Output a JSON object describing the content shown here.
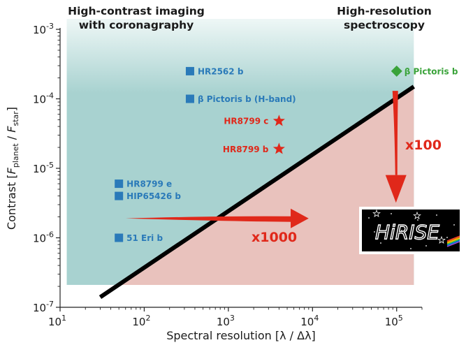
{
  "chart_data": {
    "type": "scatter",
    "xscale": "log",
    "yscale": "log",
    "xlim": [
      10,
      200000
    ],
    "ylim": [
      1e-07,
      0.001
    ],
    "xlabel": "Spectral resolution [λ / Δλ]",
    "ylabel": "Contrast [F_planet / F_star]",
    "xticks": [
      10,
      100,
      1000,
      10000,
      100000
    ],
    "xtick_labels": [
      "10^1",
      "10^2",
      "10^3",
      "10^4",
      "10^5"
    ],
    "yticks": [
      1e-07,
      1e-06,
      1e-05,
      0.0001,
      0.001
    ],
    "ytick_labels": [
      "10^-7",
      "10^-6",
      "10^-5",
      "10^-4",
      "10^-3"
    ],
    "regions": [
      {
        "label": "High-contrast imaging with coronagraphy",
        "title_line1": "High-contrast imaging",
        "title_line2": "with coronagraphy",
        "color": "#a8d2d0",
        "top_color": "#eef7f6"
      },
      {
        "label": "High-resolution spectroscopy",
        "title_line1": "High-resolution",
        "title_line2": "spectroscopy",
        "color": "#e9c2bd"
      }
    ],
    "boundary_line": {
      "x": [
        30,
        160000
      ],
      "y": [
        1.4e-07,
        0.00015
      ],
      "color": "#000000"
    },
    "planets": [
      {
        "name": "HR2562 b",
        "x": 350,
        "y": 0.00025,
        "marker": "square",
        "color": "#2a7ab9"
      },
      {
        "name": "β Pictoris b (H-band)",
        "x": 350,
        "y": 0.0001,
        "marker": "square",
        "color": "#2a7ab9"
      },
      {
        "name": "HR8799 e",
        "x": 50,
        "y": 6e-06,
        "marker": "square",
        "color": "#2a7ab9"
      },
      {
        "name": "HIP65426 b",
        "x": 50,
        "y": 4e-06,
        "marker": "square",
        "color": "#2a7ab9"
      },
      {
        "name": "51 Eri b",
        "x": 50,
        "y": 1e-06,
        "marker": "square",
        "color": "#2a7ab9"
      },
      {
        "name": "HR8799 c",
        "x": 4000,
        "y": 4.8e-05,
        "marker": "star",
        "color": "#e0281a"
      },
      {
        "name": "HR8799 b",
        "x": 4000,
        "y": 1.9e-05,
        "marker": "star",
        "color": "#e0281a"
      },
      {
        "name": "β Pictoris b",
        "x": 100000,
        "y": 0.00025,
        "marker": "diamond",
        "color": "#3aa33a"
      }
    ],
    "annotations": [
      {
        "text": "x100",
        "arrow": "down"
      },
      {
        "text": "x1000",
        "arrow": "right"
      }
    ],
    "logo_text": "HiRISE"
  }
}
